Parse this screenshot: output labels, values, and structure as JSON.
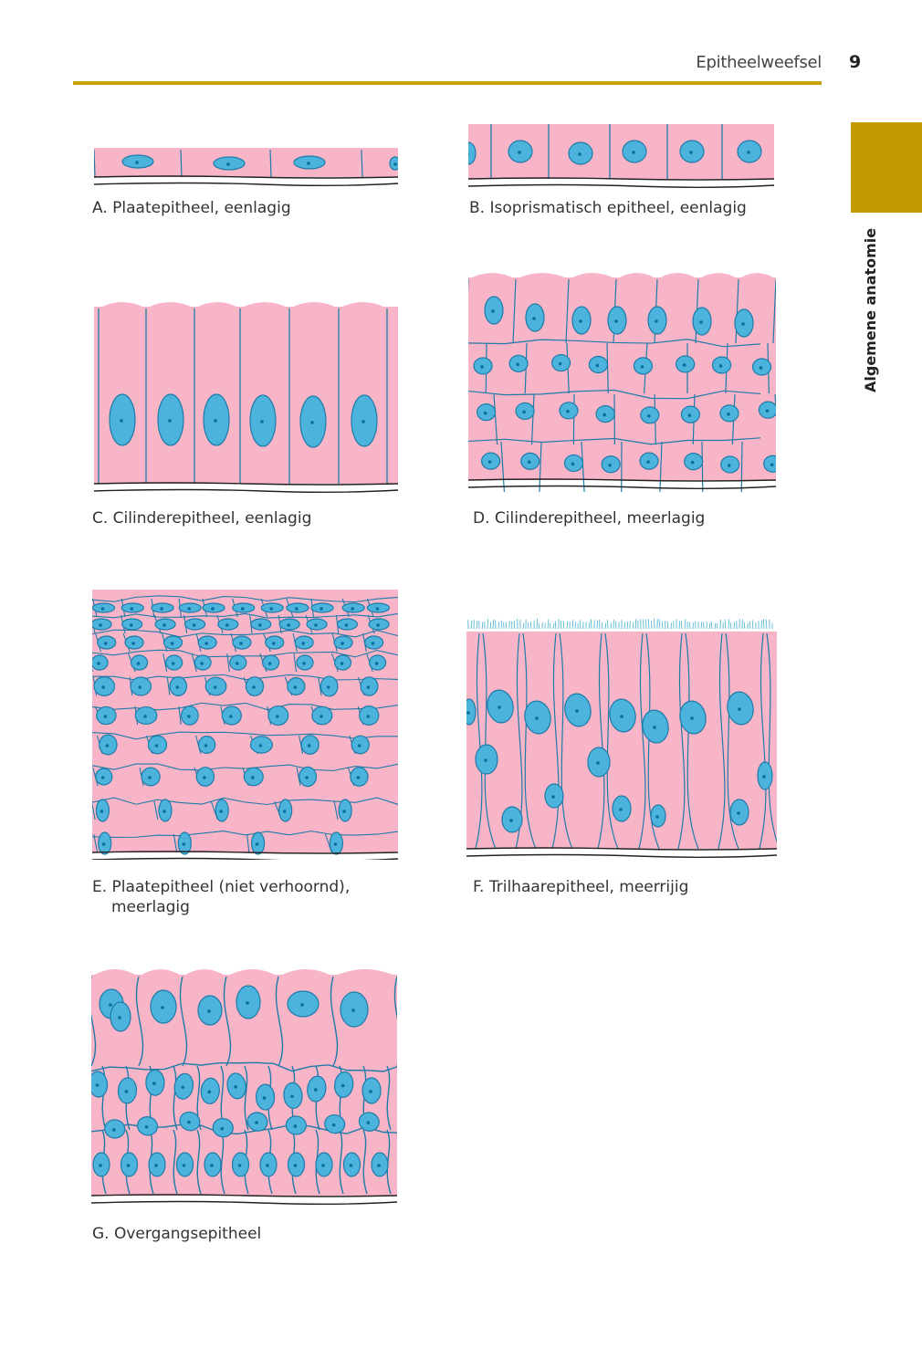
{
  "header": {
    "section_title": "Epitheelweefsel",
    "page_number": "9",
    "rule_color": "#c9a100"
  },
  "side_tab": {
    "label": "Algemene anatomie",
    "color": "#c49a00"
  },
  "colors": {
    "cytoplasm": "#f8b5c8",
    "nucleus": "#4bb3dc",
    "membrane": "#1e7ba8",
    "basement": "#222222"
  },
  "figures": [
    {
      "id": "A",
      "caption": "A. Plaatepitheel, eenlagig"
    },
    {
      "id": "B",
      "caption": "B. Isoprismatisch epitheel, eenlagig"
    },
    {
      "id": "C",
      "caption": "C. Cilinderepitheel, eenlagig"
    },
    {
      "id": "D",
      "caption": "D. Cilinderepitheel, meerlagig"
    },
    {
      "id": "E",
      "caption_line1": "E. Plaatepitheel (niet verhoornd),",
      "caption_line2": "meerlagig"
    },
    {
      "id": "F",
      "caption": "F. Trilhaarepitheel, meerrijig"
    },
    {
      "id": "G",
      "caption": "G. Overgangsepitheel"
    }
  ]
}
